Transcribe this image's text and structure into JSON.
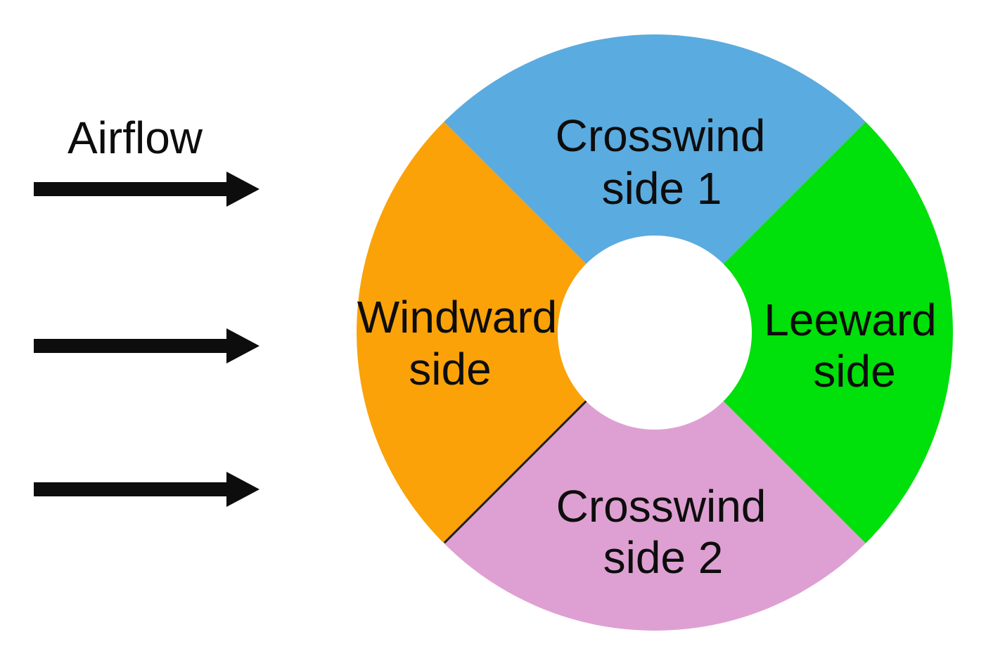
{
  "background_color": "#ffffff",
  "text_color": "#0d0d0d",
  "airflow": {
    "label": "Airflow",
    "direction": "left-to-right",
    "arrow_count": 3,
    "arrow_color": "#0d0d0d"
  },
  "donut": {
    "hole_color": "#ffffff",
    "segments": [
      {
        "id": "crosswind-side-1",
        "label_line1": "Crosswind",
        "label_line2": "side 1",
        "color": "#5AABDF",
        "start_angle_deg": 45,
        "end_angle_deg": 135,
        "position": "top"
      },
      {
        "id": "leeward-side",
        "label_line1": "Leeward",
        "label_line2": "side",
        "color": "#00E00A",
        "start_angle_deg": -45,
        "end_angle_deg": 45,
        "position": "right"
      },
      {
        "id": "crosswind-side-2",
        "label_line1": "Crosswind",
        "label_line2": "side 2",
        "color": "#DEA0D2",
        "start_angle_deg": 225,
        "end_angle_deg": 315,
        "position": "bottom"
      },
      {
        "id": "windward-side",
        "label_line1": "Windward",
        "label_line2": "side",
        "color": "#FAA208",
        "start_angle_deg": 135,
        "end_angle_deg": 225,
        "position": "left"
      }
    ],
    "divider": {
      "between": [
        "windward-side",
        "crosswind-side-2"
      ],
      "angle_deg": 225,
      "color": "#1f1f1f"
    }
  }
}
